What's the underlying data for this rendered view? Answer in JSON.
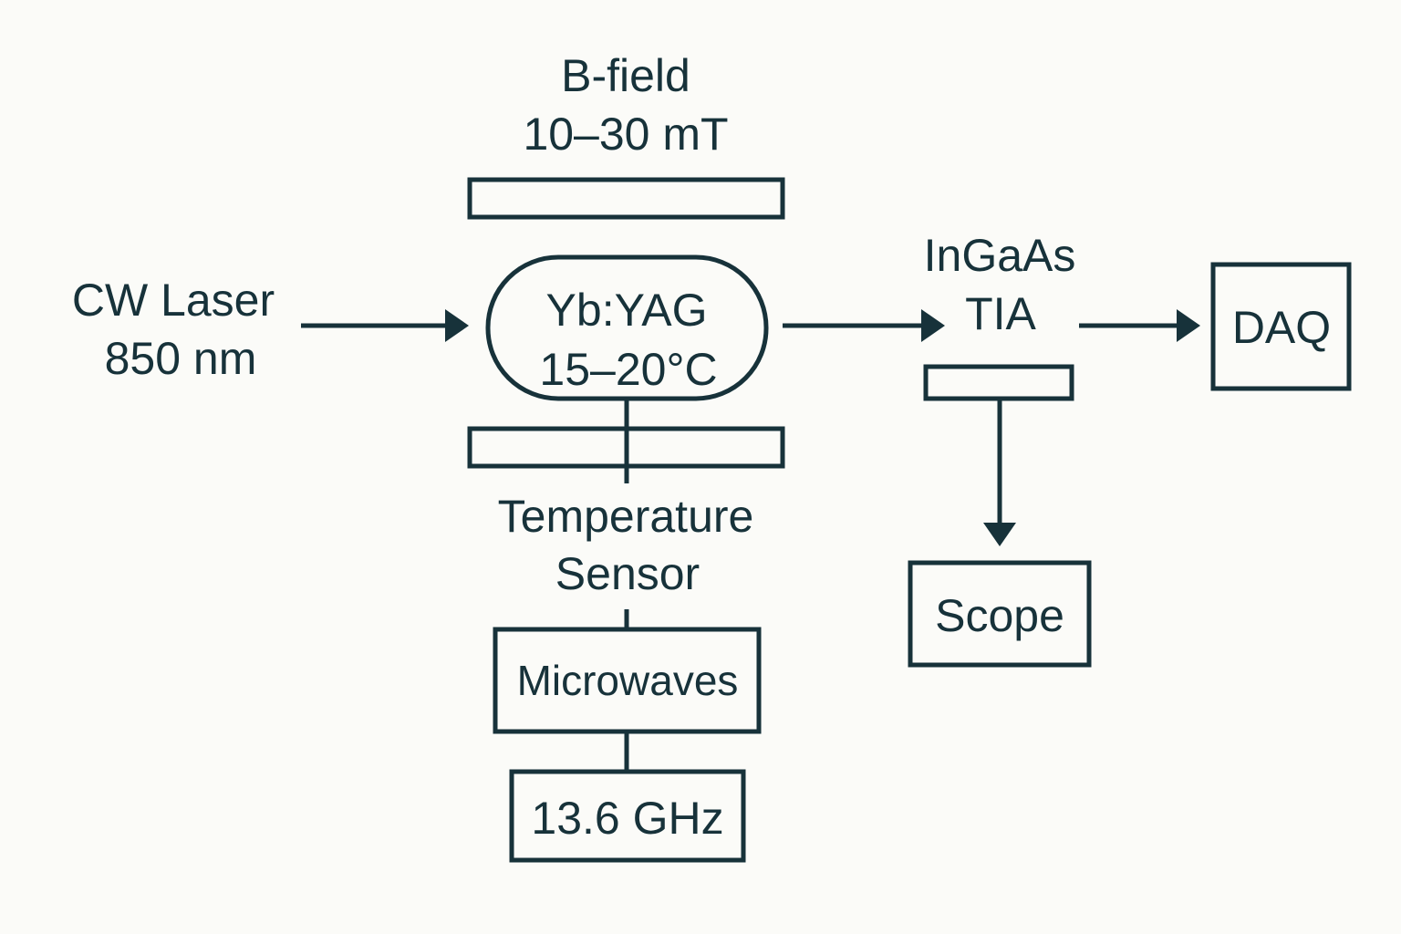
{
  "diagram": {
    "ink_color": "#17323a",
    "background": "#fbfbf8",
    "bfield": {
      "line1": "B-field",
      "line2": "10–30 mT"
    },
    "laser": {
      "line1": "CW Laser",
      "line2": "850 nm"
    },
    "crystal": {
      "line1": "Yb:YAG",
      "line2": "15–20°C"
    },
    "temperature": {
      "line1": "Temperature",
      "line2": "Sensor"
    },
    "microwaves": {
      "label": "Microwaves"
    },
    "frequency": {
      "label": "13.6 GHz"
    },
    "detector": {
      "line1": "InGaAs",
      "line2": "TIA"
    },
    "daq": {
      "label": "DAQ"
    },
    "scope": {
      "label": "Scope"
    }
  }
}
